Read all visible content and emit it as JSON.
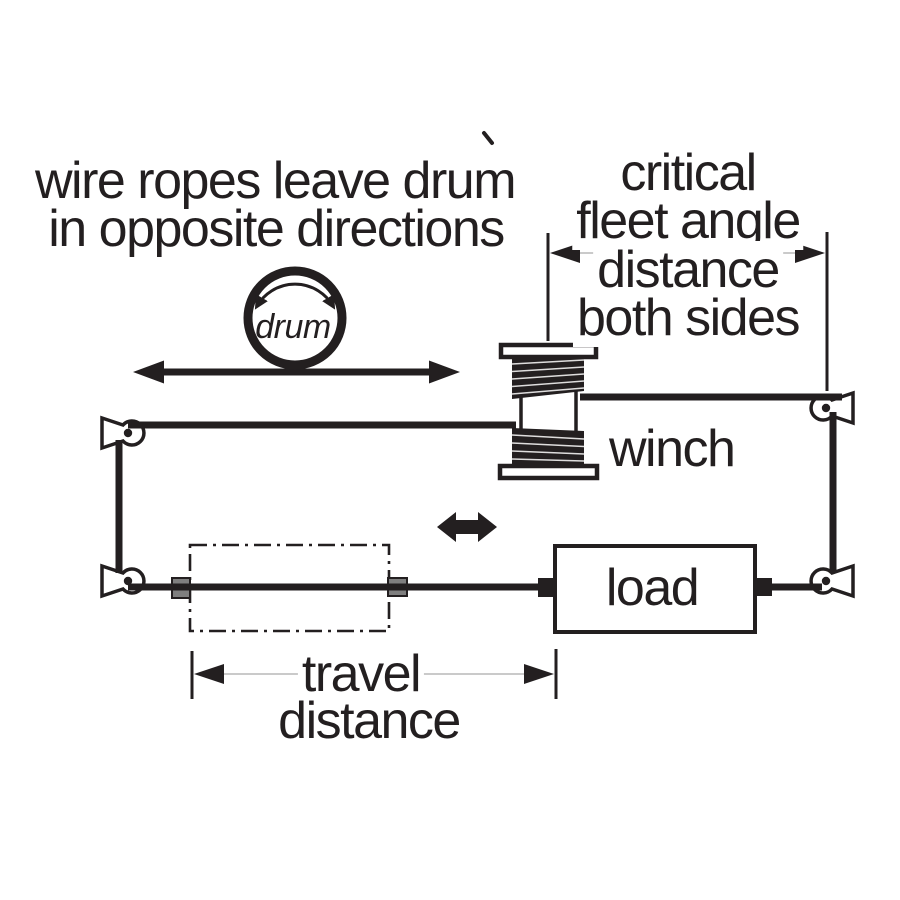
{
  "labels": {
    "caption_line1": "wire ropes leave drum",
    "caption_line2": "in opposite directions",
    "fleet_line1": "critical",
    "fleet_line2": "fleet angle",
    "fleet_line3": "distance",
    "fleet_line4": "both sides",
    "drum": "drum",
    "winch": "winch",
    "load": "load",
    "travel_line1": "travel",
    "travel_line2": "distance"
  },
  "colors": {
    "ink": "#231f20",
    "background": "#ffffff",
    "dimension_line": "#b9b9b9",
    "clamp_fill": "#7f7f7f"
  }
}
